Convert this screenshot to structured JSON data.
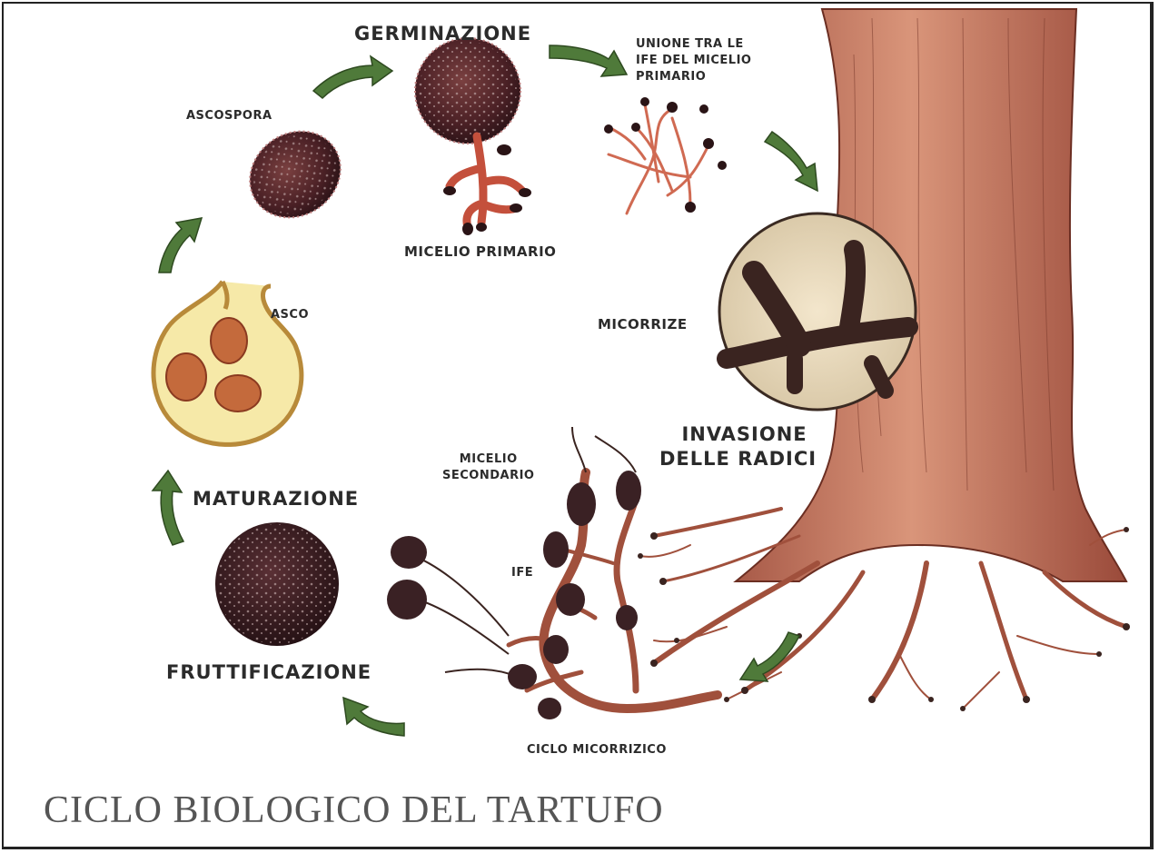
{
  "labels": {
    "germinazione": "GERMINAZIONE",
    "unione_line1": "UNIONE TRA LE",
    "unione_line2": "IFE DEL MICELIO",
    "unione_line3": "PRIMARIO",
    "ascospora": "ASCOSPORA",
    "micelio_primario": "MICELIO PRIMARIO",
    "asco": "ASCO",
    "micorrize": "MICORRIZE",
    "invasione_line1": "INVASIONE",
    "invasione_line2": "DELLE RADICI",
    "micelio_secondario_line1": "MICELIO",
    "micelio_secondario_line2": "SECONDARIO",
    "maturazione": "MATURAZIONE",
    "ife": "IFE",
    "fruttificazione": "FRUTTIFICAZIONE",
    "ciclo_micorrizico": "CICLO MICORRIZICO"
  },
  "caption": "CICLO BIOLOGICO DEL TARTUFO",
  "colors": {
    "arrow": "#4f7a3a",
    "trunk": "#c0705a",
    "spore": "#5a2a2a",
    "asco_fill": "#f6e9a8",
    "hyphae": "#c4503c"
  }
}
